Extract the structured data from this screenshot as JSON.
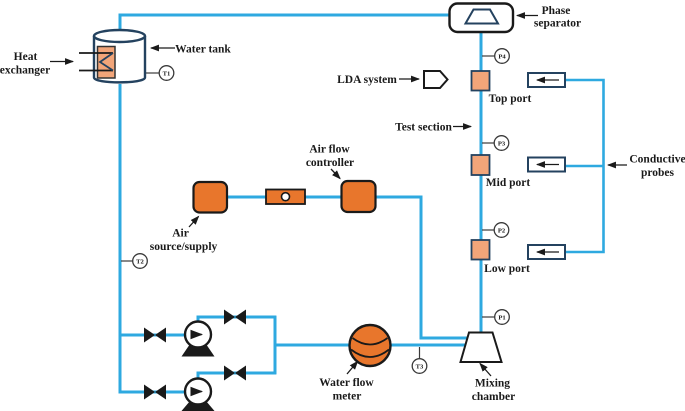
{
  "diagram": {
    "title_implicit": "Two-phase flow experimental loop",
    "labels": {
      "heat_exchanger_1": "Heat",
      "heat_exchanger_2": "exchanger",
      "water_tank": "Water tank",
      "phase_separator_1": "Phase",
      "phase_separator_2": "separator",
      "lda_system": "LDA system",
      "test_section": "Test section",
      "air_flow_controller_1": "Air flow",
      "air_flow_controller_2": "controller",
      "air_source_1": "Air",
      "air_source_2": "source/supply",
      "top_port": "Top port",
      "mid_port": "Mid port",
      "low_port": "Low port",
      "conductive_probes_1": "Conductive",
      "conductive_probes_2": "probes",
      "water_flow_meter_1": "Water flow",
      "water_flow_meter_2": "meter",
      "mixing_chamber_1": "Mixing",
      "mixing_chamber_2": "chamber"
    },
    "sensors": {
      "t1": "T1",
      "t2": "T2",
      "t3": "T3",
      "p1": "P1",
      "p2": "P2",
      "p3": "P3",
      "p4": "P4"
    },
    "colors": {
      "pipe_blue": "#2EA9E0",
      "component_orange": "#E8762C",
      "port_salmon": "#F2A579",
      "outline_navy": "#24425F",
      "ink_black": "#1A1A1A"
    }
  }
}
